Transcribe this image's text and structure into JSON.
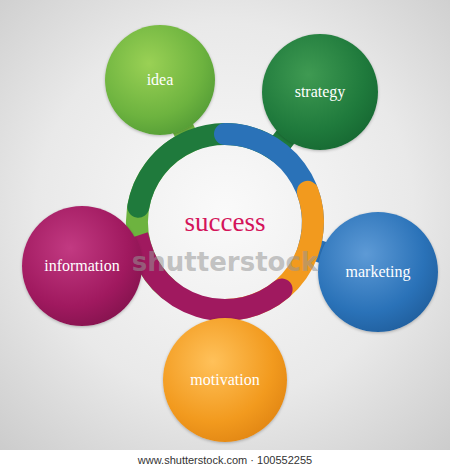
{
  "diagram": {
    "nodes": [
      {
        "text": [
          "idea"
        ]
      },
      {
        "text": [
          "strategy"
        ]
      },
      {
        "text": [
          "information"
        ]
      },
      {
        "text": [
          "marketing"
        ]
      },
      {
        "text": [
          "motivation"
        ]
      }
    ],
    "labels": [
      "success",
      "shutterstock",
      "www.shutterstock.com · 100552255"
    ]
  }
}
